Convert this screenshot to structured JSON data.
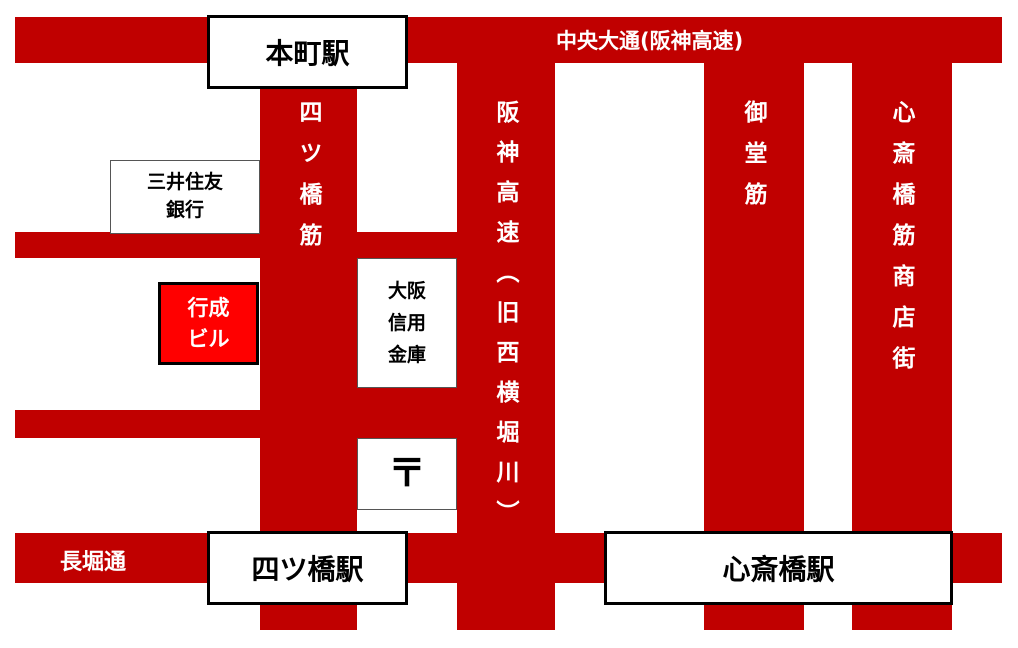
{
  "colors": {
    "road": "#c00000",
    "target": "#ff0000",
    "station_border": "#000000"
  },
  "roads": {
    "chuo_odori": "中央大通(阪神高速)",
    "yotsubashi_suji": "四ツ橋筋",
    "hanshin_expressway": "阪神高速（旧西横堀川）",
    "midosuji": "御堂筋",
    "shinsaibashi_suji": "心斎橋筋商店街",
    "nagahori_dori": "長堀通"
  },
  "stations": {
    "honmachi": "本町駅",
    "yotsubashi": "四ツ橋駅",
    "shinsaibashi": "心斎橋駅"
  },
  "buildings": {
    "smbc": {
      "line1": "三井住友",
      "line2": "銀行"
    },
    "gyosei": {
      "line1": "行成",
      "line2": "ビル"
    },
    "osaka_shinkin": {
      "line1": "大阪",
      "line2": "信用",
      "line3": "金庫"
    },
    "post_office": {
      "symbol": "〒"
    }
  }
}
